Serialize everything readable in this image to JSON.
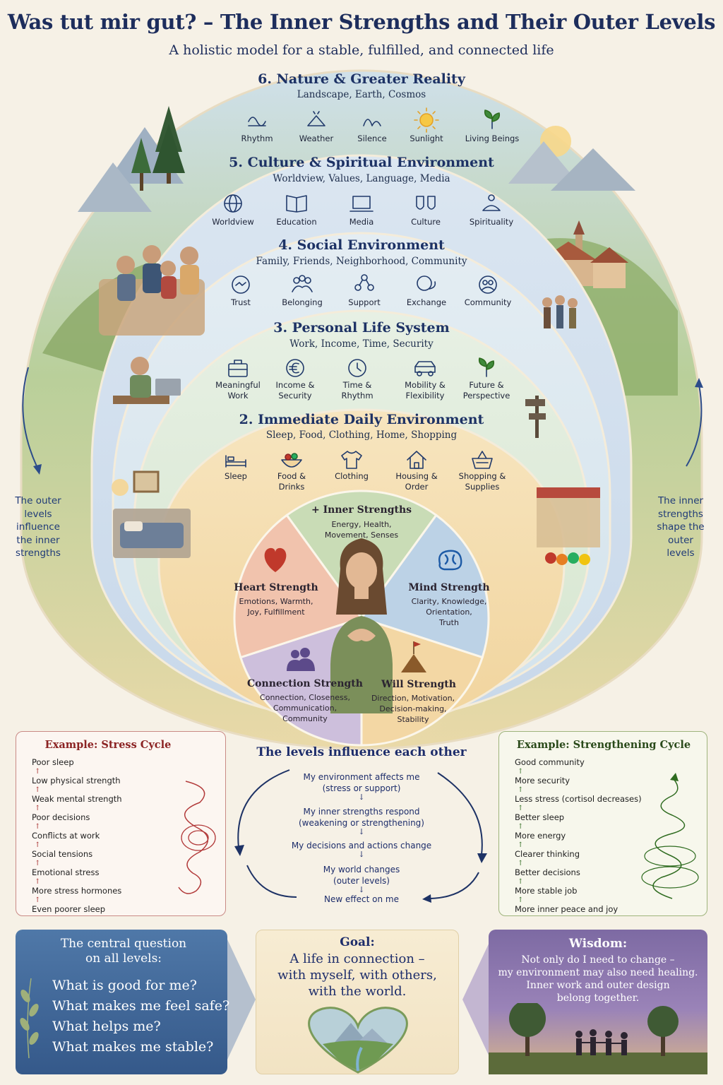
{
  "title": "Was tut mir gut? – The Inner Strengths and Their Outer Levels",
  "subtitle": "A holistic model for a stable, fulfilled, and connected life",
  "levels": [
    {
      "title": "6. Nature & Greater Reality",
      "subtitle": "Landscape, Earth, Cosmos",
      "items": [
        {
          "label": "Rhythm",
          "icon": "wave-icon"
        },
        {
          "label": "Weather",
          "icon": "weather-icon"
        },
        {
          "label": "Silence",
          "icon": "silence-icon"
        },
        {
          "label": "Sunlight",
          "icon": "sun-icon"
        },
        {
          "label": "Living Beings",
          "icon": "sprout-icon"
        }
      ]
    },
    {
      "title": "5. Culture & Spiritual Environment",
      "subtitle": "Worldview, Values, Language, Media",
      "items": [
        {
          "label": "Worldview",
          "icon": "globe-icon"
        },
        {
          "label": "Education",
          "icon": "book-icon"
        },
        {
          "label": "Media",
          "icon": "laptop-icon"
        },
        {
          "label": "Culture",
          "icon": "masks-icon"
        },
        {
          "label": "Spirituality",
          "icon": "meditation-icon"
        }
      ]
    },
    {
      "title": "4. Social Environment",
      "subtitle": "Family, Friends, Neighborhood, Community",
      "items": [
        {
          "label": "Trust",
          "icon": "handshake-icon"
        },
        {
          "label": "Belonging",
          "icon": "group-icon"
        },
        {
          "label": "Support",
          "icon": "people-icon"
        },
        {
          "label": "Exchange",
          "icon": "chat-icon"
        },
        {
          "label": "Community",
          "icon": "community-icon"
        }
      ]
    },
    {
      "title": "3. Personal Life System",
      "subtitle": "Work, Income, Time, Security",
      "items": [
        {
          "label": "Meaningful\nWork",
          "icon": "briefcase-icon"
        },
        {
          "label": "Income &\nSecurity",
          "icon": "euro-icon"
        },
        {
          "label": "Time &\nRhythm",
          "icon": "clock-icon"
        },
        {
          "label": "Mobility &\nFlexibility",
          "icon": "car-icon"
        },
        {
          "label": "Future &\nPerspective",
          "icon": "sprout-icon"
        }
      ]
    },
    {
      "title": "2. Immediate Daily Environment",
      "subtitle": "Sleep, Food, Clothing, Home, Shopping",
      "items": [
        {
          "label": "Sleep",
          "icon": "bed-icon"
        },
        {
          "label": "Food &\nDrinks",
          "icon": "bowl-icon"
        },
        {
          "label": "Clothing",
          "icon": "shirt-icon"
        },
        {
          "label": "Housing &\nOrder",
          "icon": "house-icon"
        },
        {
          "label": "Shopping &\nSupplies",
          "icon": "basket-icon"
        }
      ]
    }
  ],
  "core": {
    "inner": {
      "title": "+ Inner Strengths",
      "sub": "Energy, Health,\nMovement, Senses"
    },
    "heart": {
      "title": "Heart Strength",
      "sub": "Emotions, Warmth,\nJoy, Fulfillment",
      "icon": "heart-icon",
      "color": "#c0392b"
    },
    "mind": {
      "title": "Mind Strength",
      "sub": "Clarity, Knowledge,\nOrientation,\nTruth",
      "icon": "brain-icon",
      "color": "#1d5aa6"
    },
    "connection": {
      "title": "Connection Strength",
      "sub": "Connection, Closeness,\nCommunication,\nCommunity",
      "icon": "people-icon"
    },
    "will": {
      "title": "Will Strength",
      "sub": "Direction, Motivation,\nDecision-making,\nStability",
      "icon": "mountain-flag-icon"
    }
  },
  "side_notes": {
    "left": "The outer\nlevels\ninfluence\nthe inner\nstrengths",
    "right": "The inner\nstrengths\nshape the\nouter\nlevels"
  },
  "stress_cycle": {
    "title": "Example: Stress Cycle",
    "items": [
      "Poor sleep",
      "Low physical strength",
      "Weak mental strength",
      "Poor decisions",
      "Conflicts at work",
      "Social tensions",
      "Emotional stress",
      "More stress hormones",
      "Even poorer sleep"
    ],
    "color": "#a52a2a"
  },
  "center_flow": {
    "title": "The levels influence each other",
    "items": [
      "My environment affects me\n(stress or support)",
      "My inner strengths respond\n(weakening or strengthening)",
      "My decisions and actions change",
      "My world changes\n(outer levels)",
      "New effect on me"
    ]
  },
  "strength_cycle": {
    "title": "Example: Strengthening Cycle",
    "items": [
      "Good community",
      "More security",
      "Less stress (cortisol decreases)",
      "Better sleep",
      "More energy",
      "Clearer thinking",
      "Better decisions",
      "More stable job",
      "More inner peace and joy"
    ],
    "color": "#2e6b1f"
  },
  "bottom": {
    "question": {
      "title": "The central question\non all levels:",
      "lines": [
        "What is good for me?",
        "What makes me feel safe?",
        "What helps me?",
        "What makes me stable?"
      ]
    },
    "goal": {
      "title": "Goal:",
      "text": "A life in connection –\nwith myself, with others,\nwith the world."
    },
    "wisdom": {
      "title": "Wisdom:",
      "text": "Not only do I need to change –\nmy environment may also need healing.\nInner work and outer design\nbelong together."
    }
  }
}
